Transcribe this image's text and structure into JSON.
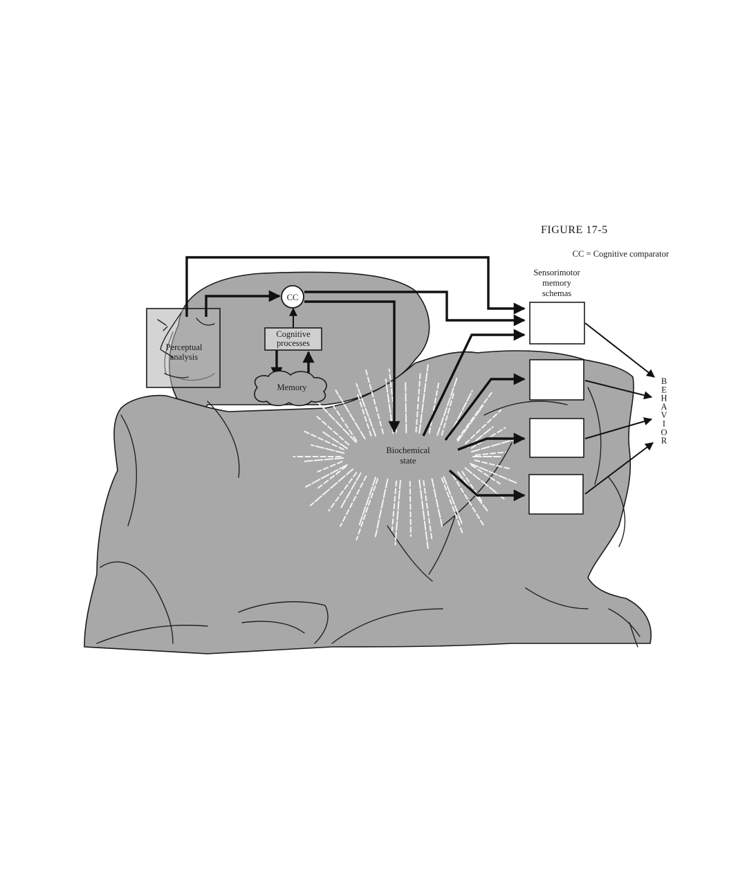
{
  "figure": {
    "title": "FIGURE 17-5",
    "legend": "CC = Cognitive comparator"
  },
  "nodes": {
    "cc": "CC",
    "perceptual_analysis": [
      "Perceptual",
      "analysis"
    ],
    "cognitive_processes": [
      "Cognitive",
      "processes"
    ],
    "memory": "Memory",
    "biochemical_state": [
      "Biochemical",
      "state"
    ],
    "sensorimotor_schemas": [
      "Sensorimotor",
      "memory",
      "schemas"
    ]
  },
  "output": {
    "behavior_letters": [
      "B",
      "E",
      "H",
      "A",
      "V",
      "I",
      "O",
      "R"
    ]
  },
  "colors": {
    "figure_gray": "#a8a8a8",
    "ink": "#111111",
    "box_fill": "#ffffff"
  }
}
